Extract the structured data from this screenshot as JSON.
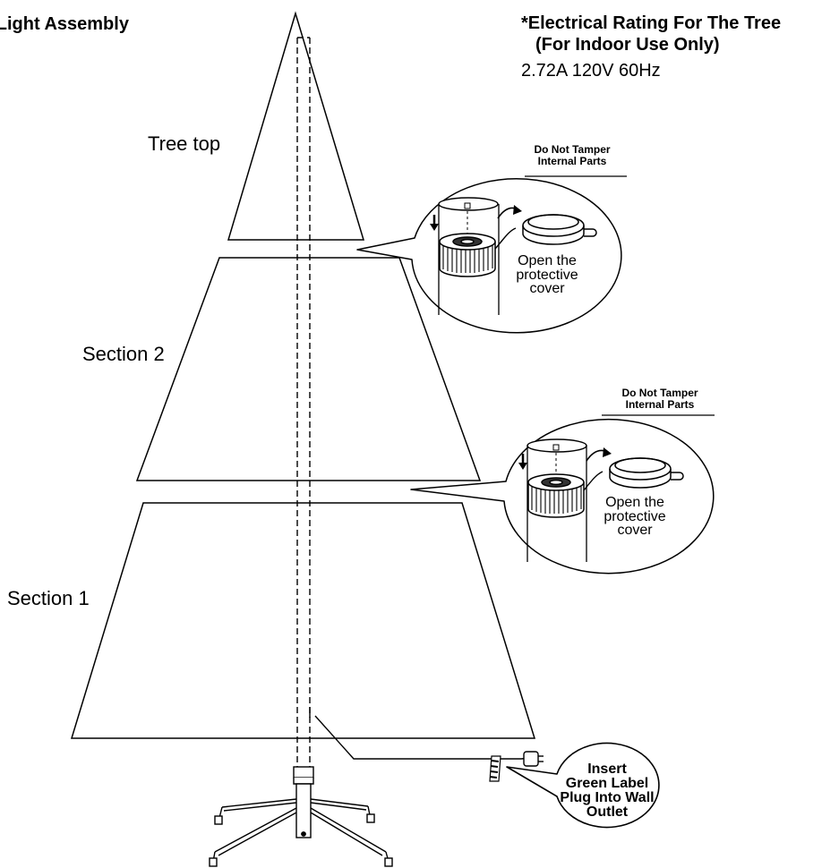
{
  "title": "d Light Assembly",
  "rating": {
    "title": "*Electrical Rating For The Tree",
    "subtitle": "(For Indoor Use Only)",
    "value": "2.72A 120V 60Hz"
  },
  "sections": {
    "top": "Tree top",
    "section2": "Section 2",
    "section1": "Section 1"
  },
  "callouts": [
    {
      "warning_line1": "Do Not Tamper",
      "warning_line2": "Internal Parts",
      "note_line1": "Open the",
      "note_line2": "protective",
      "note_line3": "cover"
    },
    {
      "warning_line1": "Do Not Tamper",
      "warning_line2": "Internal Parts",
      "note_line1": "Open the",
      "note_line2": "protective",
      "note_line3": "cover"
    }
  ],
  "plug_note": {
    "line1": "Insert",
    "line2": "Green Label",
    "line3": "Plug Into Wall",
    "line4": "Outlet"
  },
  "colors": {
    "line": "#000000",
    "background": "#ffffff",
    "label_fill": "#ffffff"
  }
}
